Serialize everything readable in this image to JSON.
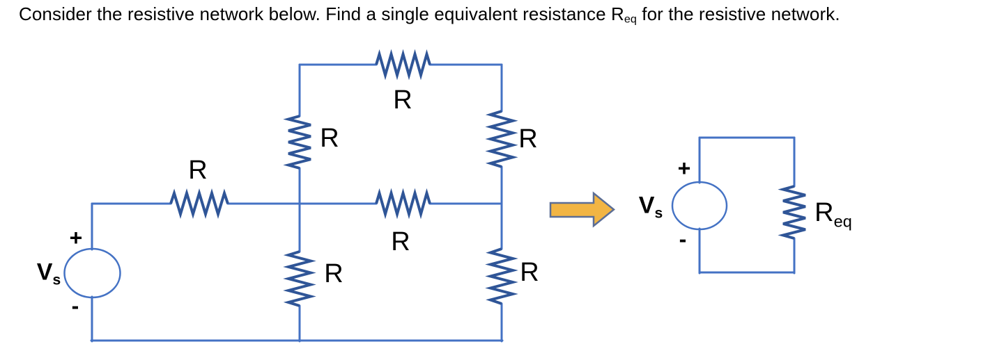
{
  "title": {
    "prefix": "Consider the resistive network below. Find a single equivalent resistance R",
    "subscript": "eq",
    "suffix": " for the resistive network."
  },
  "colors": {
    "wire": "#4472C4",
    "resistor": "#2F5597",
    "arrow_fill": "#F2B544",
    "arrow_stroke": "#5B6E96",
    "text": "#000000"
  },
  "main_circuit": {
    "source": {
      "label": "V",
      "label_subscript": "s",
      "plus": "+",
      "minus": "-"
    },
    "resistor_labels": {
      "input": "R",
      "upper_left": "R",
      "top": "R",
      "upper_right": "R",
      "middle": "R",
      "lower_left": "R",
      "lower_right": "R"
    }
  },
  "equivalent_circuit": {
    "source": {
      "label": "V",
      "label_subscript": "s",
      "plus": "+",
      "minus": "-"
    },
    "resistor": {
      "label": "R",
      "label_subscript": "eq"
    }
  }
}
